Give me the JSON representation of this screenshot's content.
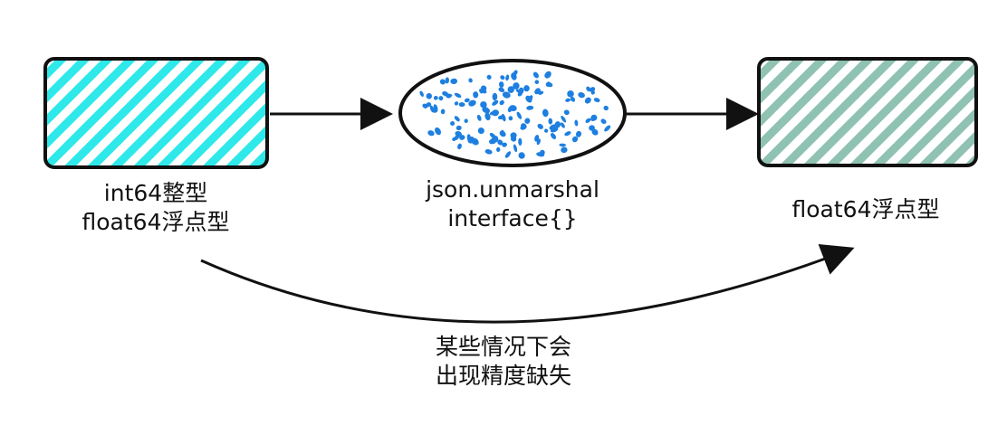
{
  "nodes": {
    "source": {
      "fill_color": "#2ee8ea",
      "border_color": "#111111",
      "lines": [
        "int64整型",
        "float64浮点型"
      ]
    },
    "process": {
      "fill_color": "#1e7fe0",
      "border_color": "#111111",
      "lines": [
        "json.unmarshal",
        "interface{}"
      ]
    },
    "target": {
      "fill_color": "#8fc2b3",
      "border_color": "#111111",
      "lines": [
        "float64浮点型"
      ]
    }
  },
  "edges": {
    "curve_note": {
      "lines": [
        "某些情况下会",
        "出现精度缺失"
      ]
    }
  }
}
